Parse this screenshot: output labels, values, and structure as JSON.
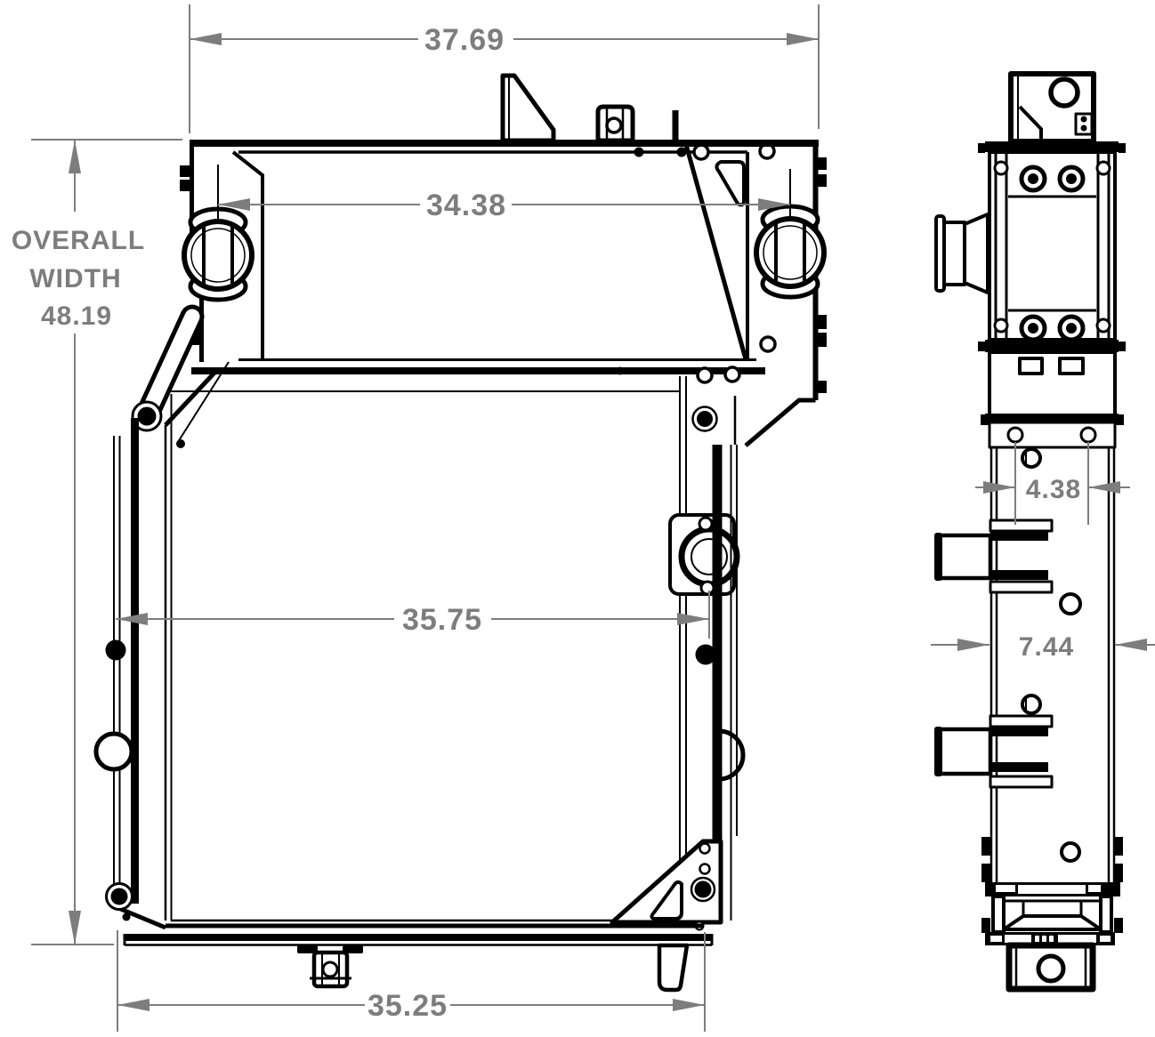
{
  "colors": {
    "background": "#ffffff",
    "ink": "#000000",
    "dimension": "#7d7d7d"
  },
  "dimensions": {
    "top_width": {
      "value": "37.69"
    },
    "overall_width": {
      "line1": "OVERALL",
      "line2": "WIDTH",
      "value": "48.19"
    },
    "port_spacing": {
      "value": "34.38"
    },
    "core_width": {
      "value": "35.75"
    },
    "bottom_width": {
      "value": "35.25"
    },
    "side_port_offset": {
      "value": "4.38"
    },
    "side_depth": {
      "value": "7.44"
    }
  }
}
